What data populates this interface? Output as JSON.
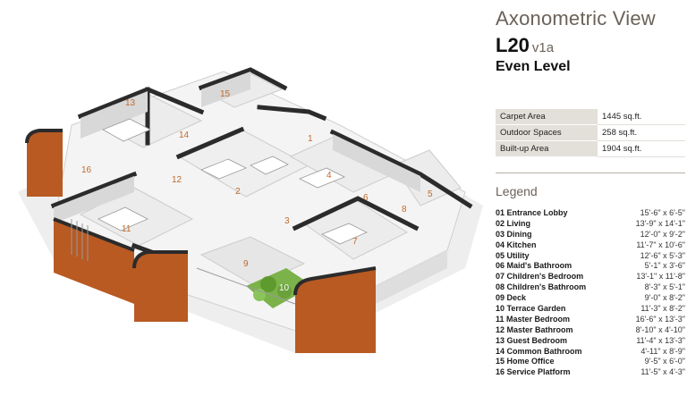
{
  "header": {
    "view_title": "Axonometric View",
    "unit_code": "L20",
    "unit_variant": "v1a",
    "level": "Even Level"
  },
  "areas": [
    {
      "label": "Carpet Area",
      "value": "1445 sq.ft."
    },
    {
      "label": "Outdoor Spaces",
      "value": "258 sq.ft."
    },
    {
      "label": "Built-up Area",
      "value": "1904 sq.ft."
    }
  ],
  "legend": {
    "title": "Legend",
    "rooms": [
      {
        "num": "1",
        "name": "01 Entrance Lobby",
        "dim": "15'-6\" x 6'-5\""
      },
      {
        "num": "2",
        "name": "02 Living",
        "dim": "13'-9\" x 14'-1\""
      },
      {
        "num": "3",
        "name": "03 Dining",
        "dim": "12'-0\" x 9'-2\""
      },
      {
        "num": "4",
        "name": "04 Kitchen",
        "dim": "11'-7\" x 10'-6\""
      },
      {
        "num": "5",
        "name": "05 Utility",
        "dim": "12'-6\" x 5'-3\""
      },
      {
        "num": "6",
        "name": "06 Maid's Bathroom",
        "dim": "5'-1\" x 3'-6\""
      },
      {
        "num": "7",
        "name": "07 Children's Bedroom",
        "dim": "13'-1\" x 11'-8\""
      },
      {
        "num": "8",
        "name": "08 Children's Bathroom",
        "dim": "8'-3\" x 5'-1\""
      },
      {
        "num": "9",
        "name": "09 Deck",
        "dim": "9'-0\" x 8'-2\""
      },
      {
        "num": "10",
        "name": "10 Terrace Garden",
        "dim": "11'-3\" x 8'-2\""
      },
      {
        "num": "11",
        "name": "11 Master Bedroom",
        "dim": "16'-6\" x 13'-3\""
      },
      {
        "num": "12",
        "name": "12 Master Bathroom",
        "dim": "8'-10\" x 4'-10\""
      },
      {
        "num": "13",
        "name": "13 Guest Bedroom",
        "dim": "11'-4\" x 13'-3\""
      },
      {
        "num": "14",
        "name": "14 Common Bathroom",
        "dim": "4'-11\" x 8'-9\""
      },
      {
        "num": "15",
        "name": "15 Home Office",
        "dim": "9'-5\" x 6'-0\""
      },
      {
        "num": "16",
        "name": "16 Service Platform",
        "dim": "11'-5\" x 4'-3\""
      }
    ]
  },
  "colors": {
    "accent": "#c06a2c",
    "wall_top": "#2b2b2b",
    "floor": "#f2f2f2",
    "cladding": "#b85a22",
    "planting": "#6aa13a"
  }
}
